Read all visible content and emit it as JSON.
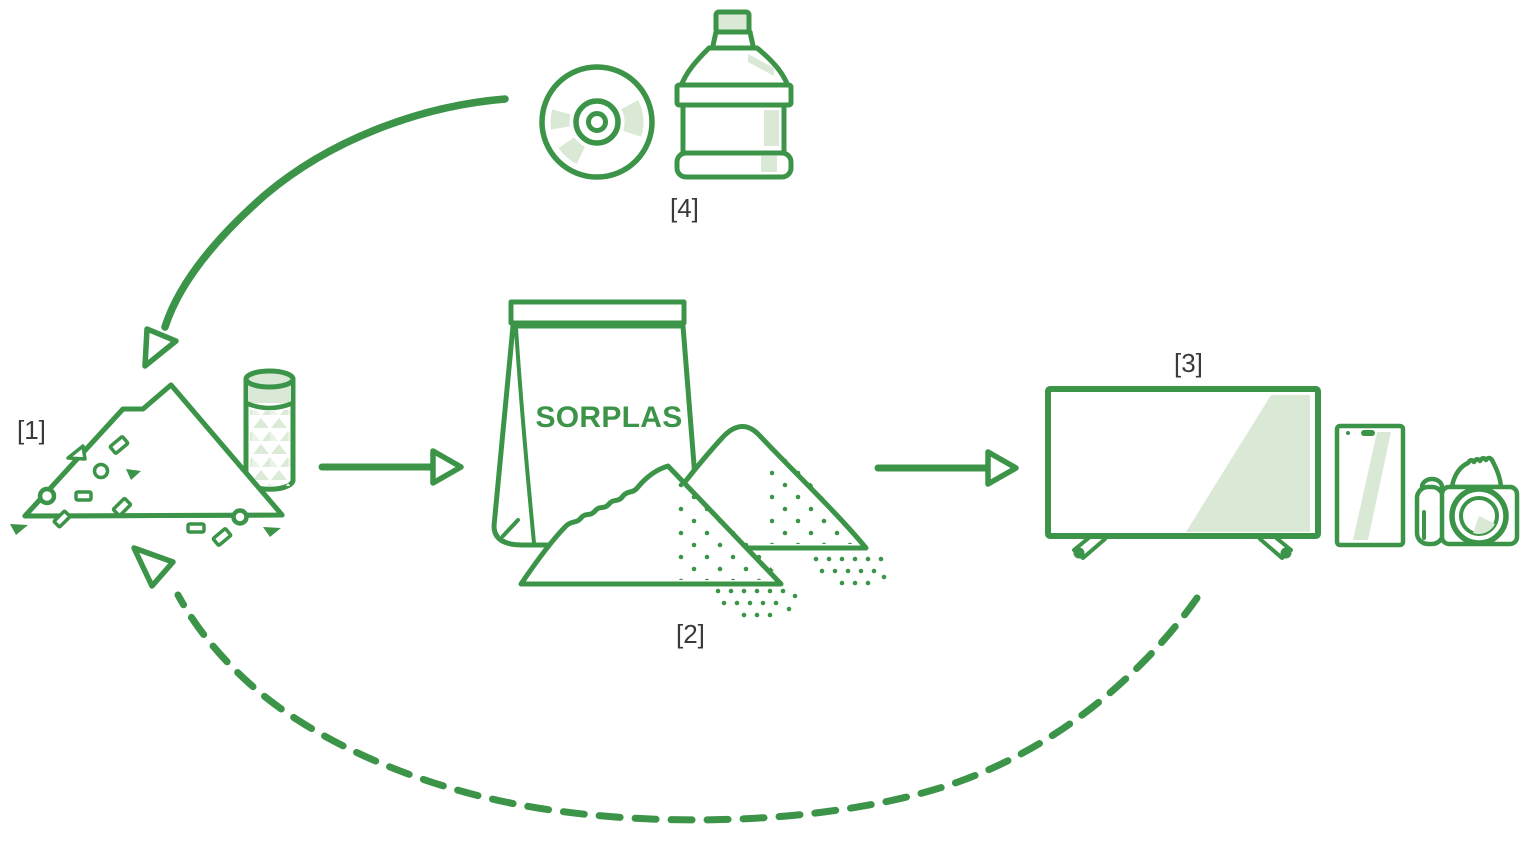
{
  "colors": {
    "background": "#ffffff",
    "green": "#3c9449",
    "green_light": "#d9e9d5",
    "green_pattern": "#dcebd8",
    "green_pattern2": "#e9f3e6",
    "label_text": "#3a3a3a"
  },
  "labels": {
    "waste_pile": "[1]",
    "pellets": "[2]",
    "products": "[3]",
    "sources": "[4]"
  },
  "bag": {
    "brand_text": "SORPLAS"
  },
  "icons": {
    "sources": [
      "cd-disc-icon",
      "water-bottle-icon"
    ],
    "step1": [
      "plastic-waste-pile-icon",
      "container-cylinder-icon"
    ],
    "step2": [
      "sorplas-bag-icon",
      "pellet-pile-green-icon",
      "pellet-pile-white-icon"
    ],
    "step3": [
      "tv-icon",
      "smartphone-icon",
      "camera-icon"
    ],
    "arrows": [
      "curved-solid-arrow",
      "straight-arrow",
      "straight-arrow",
      "dashed-return-arrow"
    ]
  }
}
